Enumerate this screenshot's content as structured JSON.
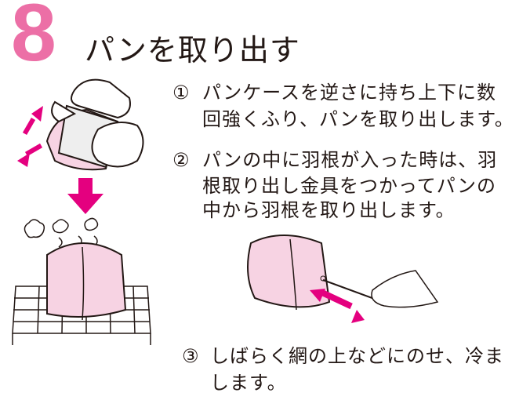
{
  "step": {
    "number": "8",
    "title": "パンを取り出す"
  },
  "instructions": [
    {
      "marker": "①",
      "lines": [
        "パンケースを逆さに持ち上下に数",
        "回強くふり、パンを取り出します。"
      ]
    },
    {
      "marker": "②",
      "lines": [
        "パンの中に羽根が入った時は、羽",
        "根取り出し金具をつかってパンの",
        "中から羽根を取り出します。"
      ]
    },
    {
      "marker": "③",
      "lines": [
        "しばらく網の上などにのせ、冷ま",
        "します。"
      ]
    }
  ],
  "colors": {
    "accent": "#ec6fa6",
    "arrow": "#e4007f",
    "bread": "#f7d3e3"
  }
}
